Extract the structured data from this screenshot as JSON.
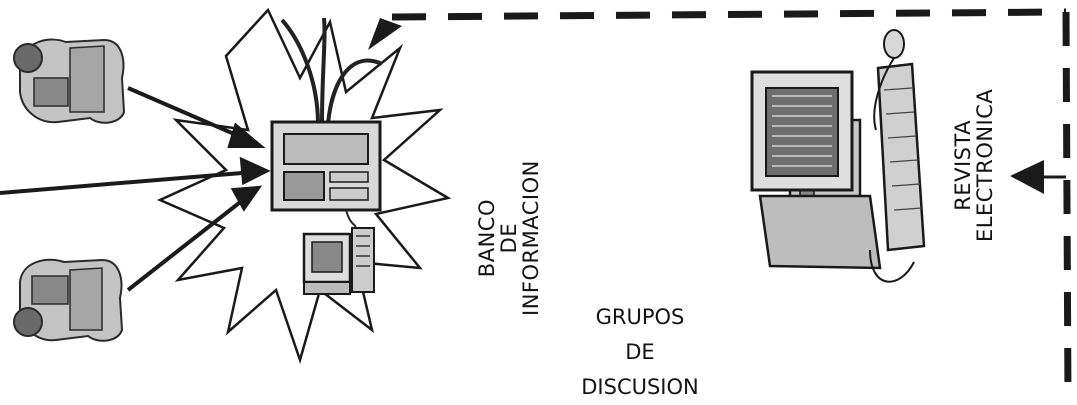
{
  "banco": {
    "line1": "BANCO",
    "line2": "DE",
    "line3": "INFORMACION"
  },
  "revista": {
    "line1": "REVISTA",
    "line2": "ELECTRONICA"
  },
  "grupos": {
    "line1": "GRUPOS",
    "line2": "DE",
    "line3": "DISCUSION"
  },
  "colors": {
    "ink": "#141414",
    "dash": "#1a1a1a",
    "starFill": "#ffffff"
  },
  "icons": [
    "person-reading-icon",
    "server-computer-icon",
    "desktop-computer-icon",
    "arrow-icon"
  ]
}
